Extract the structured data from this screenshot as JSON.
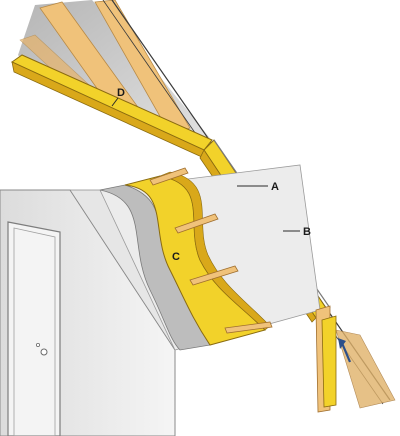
{
  "labels": {
    "a": "A",
    "b": "B",
    "c": "C",
    "d": "D"
  },
  "colors": {
    "insulation": "#f2d22a",
    "insulation_dark": "#c9a312",
    "wood": "#f0c27a",
    "wood_dark": "#c98f3c",
    "drywall": "#efefef",
    "drywall_edge": "#9a9a9a",
    "roof_gray": "#b4b4b4",
    "line": "#3a3a3a",
    "arrow": "#2c4f8a"
  },
  "icons": [
    "air-flow-arrow-icon"
  ]
}
